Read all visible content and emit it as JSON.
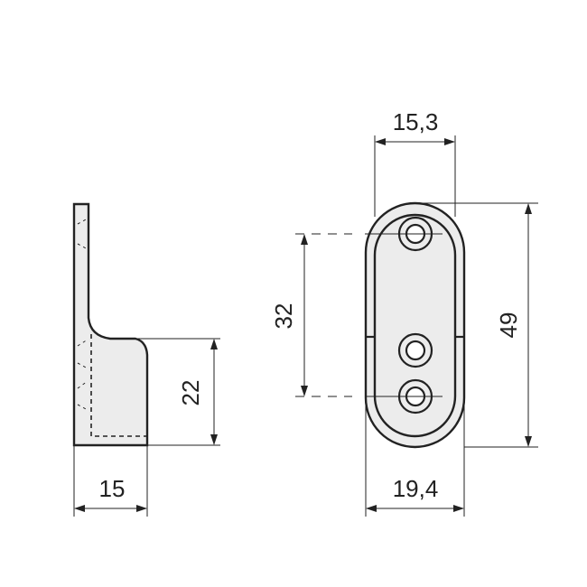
{
  "title": "Oval wardrobe rail end support dimensions",
  "dimensions": {
    "side_width": "15",
    "side_height": "22",
    "hole_spacing": "32",
    "total_height": "49",
    "inner_width": "15,3",
    "outer_width": "19,4"
  },
  "colors": {
    "line": "#222222",
    "fill": "#ececec"
  }
}
